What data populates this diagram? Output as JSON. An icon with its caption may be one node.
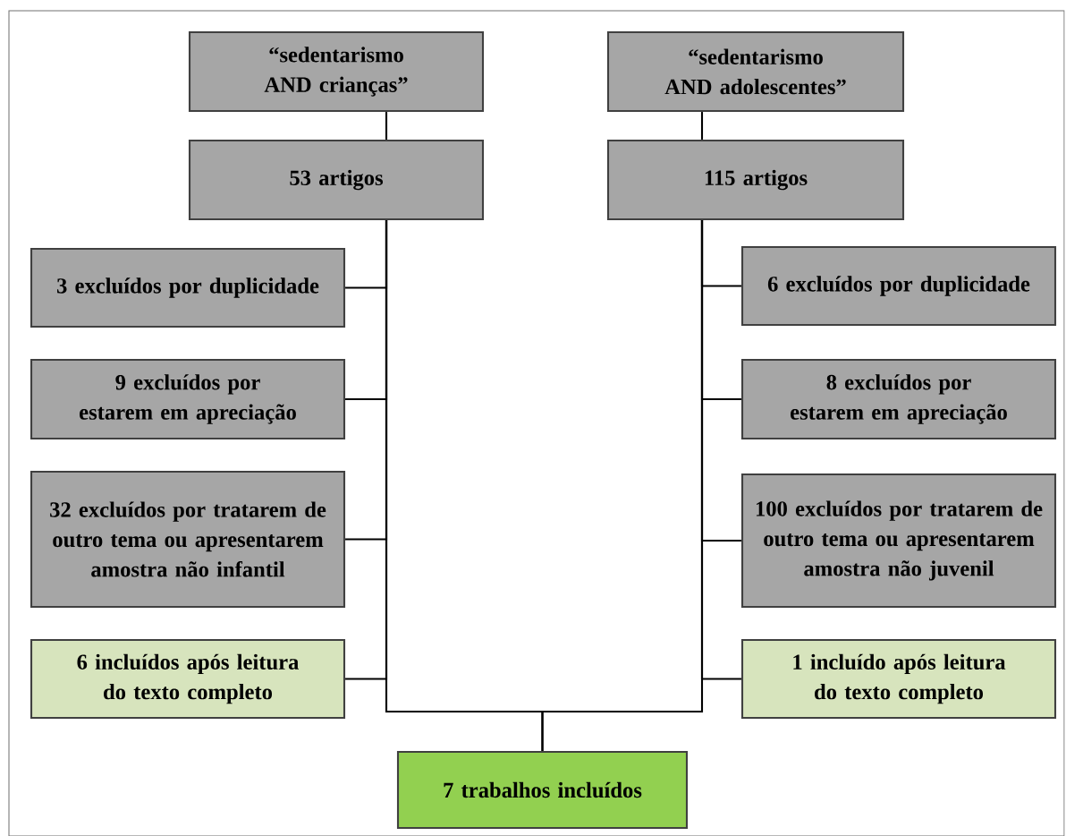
{
  "diagram": {
    "nodes": [
      {
        "text": [
          "“sedentarismo AND crianças”"
        ]
      },
      {
        "text": [
          "“sedentarismo AND adolescentes”"
        ]
      },
      {
        "text": [
          "53 artigos"
        ]
      },
      {
        "text": [
          "115 artigos"
        ]
      },
      {
        "text": [
          "3 excluídos por duplicidade"
        ]
      },
      {
        "text": [
          "9 excluídos por estarem em apreciação"
        ]
      },
      {
        "text": [
          "32 excluídos por tratarem de outro tema ou apresentarem amostra não infantil"
        ]
      },
      {
        "text": [
          "6 incluídos após leitura do texto completo"
        ]
      },
      {
        "text": [
          "6 excluídos por duplicidade"
        ]
      },
      {
        "text": [
          "8 excluídos por estarem em apreciação"
        ]
      },
      {
        "text": [
          "100 excluídos por tratarem de outro tema ou apresentarem amostra não juvenil"
        ]
      },
      {
        "text": [
          "1 incluído após leitura do texto completo"
        ]
      },
      {
        "text": [
          "7 trabalhos incluídos"
        ]
      }
    ],
    "edges": [
      {
        "from": 0,
        "to": 2,
        "arrow": "none"
      },
      {
        "from": 1,
        "to": 3,
        "arrow": "none"
      },
      {
        "from": 2,
        "to": 4,
        "arrow": "none"
      },
      {
        "from": 2,
        "to": 5,
        "arrow": "none"
      },
      {
        "from": 2,
        "to": 6,
        "arrow": "none"
      },
      {
        "from": 2,
        "to": 7,
        "arrow": "none"
      },
      {
        "from": 2,
        "to": 12,
        "arrow": "none"
      },
      {
        "from": 3,
        "to": 8,
        "arrow": "none"
      },
      {
        "from": 3,
        "to": 9,
        "arrow": "none"
      },
      {
        "from": 3,
        "to": 10,
        "arrow": "none"
      },
      {
        "from": 3,
        "to": 11,
        "arrow": "none"
      },
      {
        "from": 3,
        "to": 12,
        "arrow": "none"
      }
    ]
  }
}
